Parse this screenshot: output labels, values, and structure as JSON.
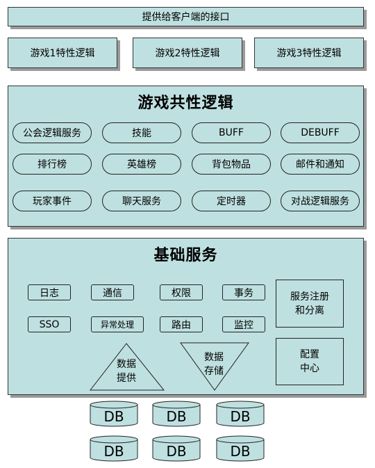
{
  "interface": {
    "label": "提供给客户端的接口"
  },
  "games": [
    {
      "label": "游戏1特性逻辑"
    },
    {
      "label": "游戏2特性逻辑"
    },
    {
      "label": "游戏3特性逻辑"
    }
  ],
  "common_logic": {
    "title": "游戏共性逻辑",
    "items": [
      "公会逻辑服务",
      "技能",
      "BUFF",
      "DEBUFF",
      "排行榜",
      "英雄榜",
      "背包物品",
      "邮件和通知",
      "玩家事件",
      "聊天服务",
      "定时器",
      "对战逻辑服务"
    ]
  },
  "base_services": {
    "title": "基础服务",
    "tags": [
      "日志",
      "通信",
      "权限",
      "事务",
      "SSO",
      "异常处理",
      "路由",
      "监控"
    ],
    "registry": "服务注册\n和分离",
    "config": "配置\n中心",
    "data_provide": "数据\n提供",
    "data_storage": "数据\n存储"
  },
  "databases": [
    "DB",
    "DB",
    "DB",
    "DB",
    "DB",
    "DB"
  ],
  "colors": {
    "fill": "#bfe0e0",
    "border": "#333333",
    "shadow": "#9a9a9a"
  }
}
